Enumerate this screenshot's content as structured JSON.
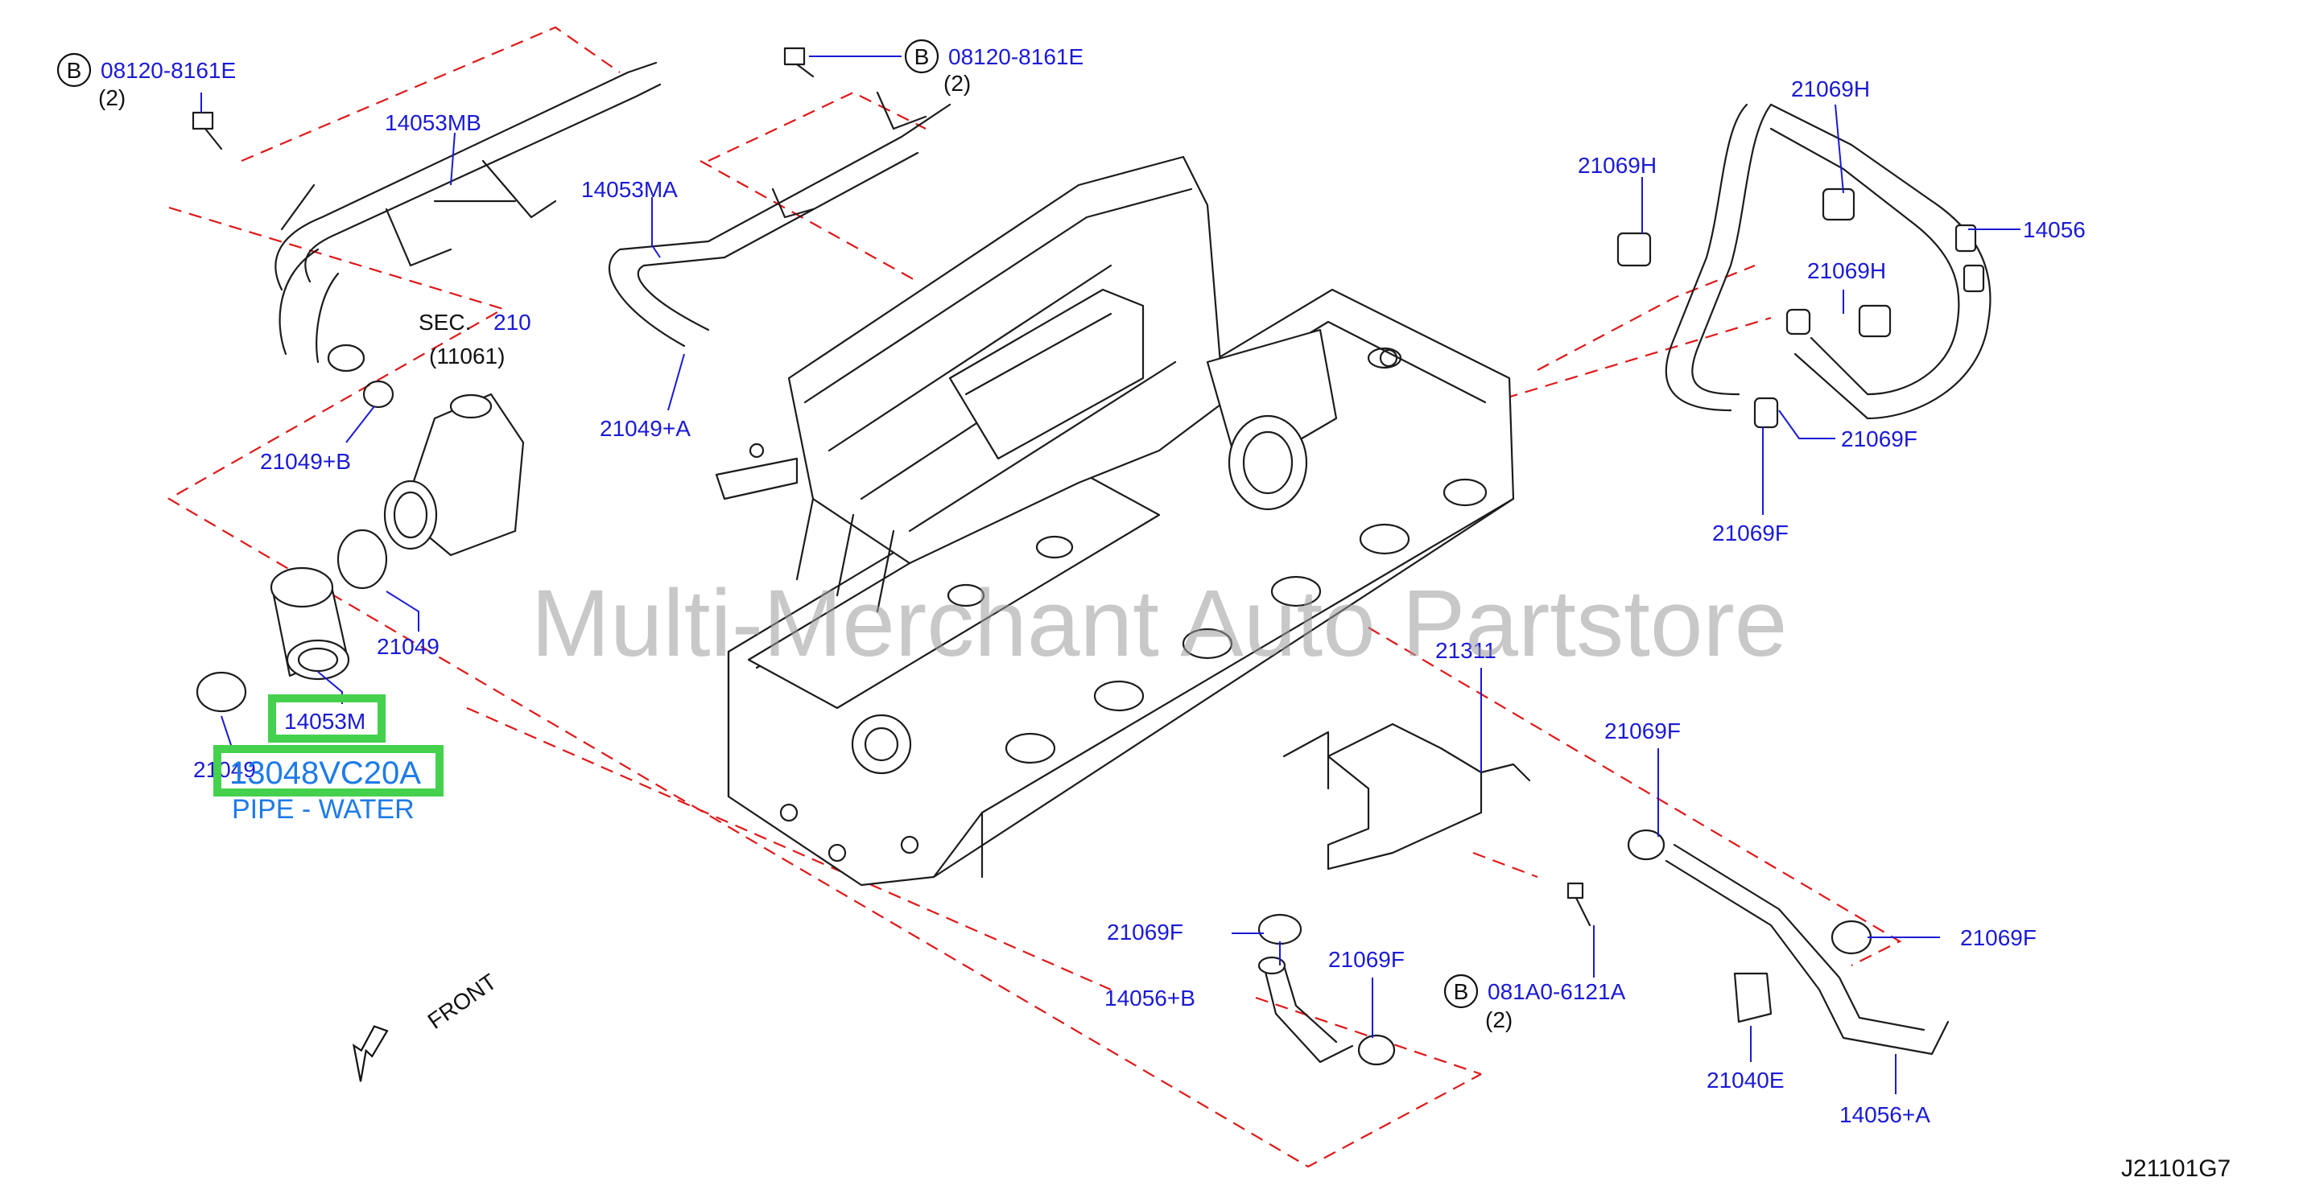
{
  "watermark": "Multi-Merchant Auto Partstore",
  "diagram_code": "J21101G7",
  "front_label": "FRONT",
  "section_label": "SEC.",
  "section_number": "210",
  "bolt_circle": "B",
  "highlight": {
    "part_number": "13048VC20A",
    "description": "PIPE - WATER",
    "callout": "14053M"
  },
  "labels": {
    "bolt1_num": "08120-8161E",
    "bolt1_qty": "(2)",
    "bolt2_num": "08120-8161E",
    "bolt2_qty": "(2)",
    "bolt3_num": "081A0-6121A",
    "bolt3_qty": "(2)",
    "p14053MB": "14053MB",
    "p14053MA": "14053MA",
    "p11061": "(11061)",
    "p21049A": "21049+A",
    "p21049B": "21049+B",
    "p21049": "21049",
    "p21049_left": "21049",
    "p21069H_a": "21069H",
    "p21069H_b": "21069H",
    "p21069H_c": "21069H",
    "p14056": "14056",
    "p21069F_a": "21069F",
    "p21069F_b": "21069F",
    "p21311": "21311",
    "p21069F_c": "21069F",
    "p21069F_d": "21069F",
    "p21069F_e": "21069F",
    "p21069F_f": "21069F",
    "p14056B": "14056+B",
    "p14056A": "14056+A",
    "p21040E": "21040E"
  }
}
